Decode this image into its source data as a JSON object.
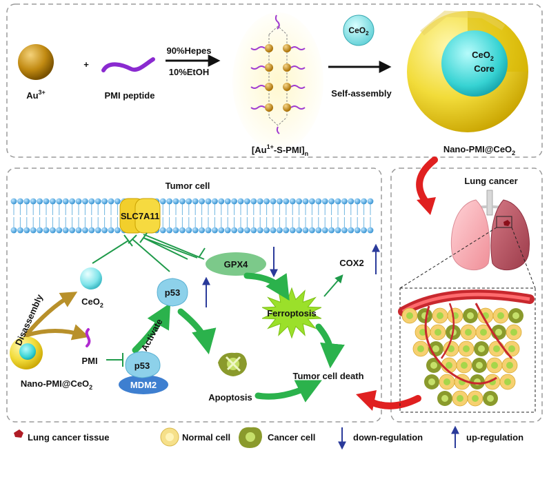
{
  "synthesis": {
    "au_label": "Au",
    "au_sup": "3+",
    "plus": "+",
    "pmi_label": "PMI peptide",
    "cond1": "90%Hepes",
    "cond2": "10%EtOH",
    "complex_label_a": "[Au",
    "complex_label_sup": "1+",
    "complex_label_b": "-S-PMI]",
    "complex_label_sub": "n",
    "ceo2_badge_a": "CeO",
    "ceo2_badge_sub": "2",
    "self_assembly": "Self-assembly",
    "core_line1_a": "CeO",
    "core_line1_sub": "2",
    "core_line2": "Core",
    "nano_label_a": "Nano-PMI@CeO",
    "nano_label_sub": "2"
  },
  "tumor": {
    "title": "Tumor cell",
    "slc": "SLC7A11",
    "gpx4": "GPX4",
    "cox2": "COX2",
    "ferroptosis": "Ferroptosis",
    "disassembly": "Disassembly",
    "ceo2_a": "CeO",
    "ceo2_sub": "2",
    "pmi": "PMI",
    "p53_top": "p53",
    "p53_bottom": "p53",
    "mdm2": "MDM2",
    "activate": "Activate",
    "apoptosis": "Apoptosis",
    "death": "Tumor cell death",
    "nano_a": "Nano-PMI@CeO",
    "nano_sub": "2"
  },
  "lung": {
    "title": "Lung cancer"
  },
  "legend": {
    "tissue": "Lung cancer tissue",
    "normal": "Normal cell",
    "cancer": "Cancer cell",
    "down": "down-regulation",
    "up": "up-regulation"
  },
  "colors": {
    "inhibit": "#1f9a4a",
    "green_arrow": "#2bb24c",
    "gold_arrow": "#b8902a",
    "red_arrow": "#e02020",
    "reg_arrow": "#2a3a9a",
    "membrane": "#3aa0d8",
    "slc": "#f2cf2c",
    "gpx4": "#7cc98a",
    "ferroptosis": "#9be02a",
    "ceo2": "#6ee6e6",
    "mdm2": "#3e7fd0",
    "p53": "#8dd1ea",
    "gold": "#b8860b"
  }
}
